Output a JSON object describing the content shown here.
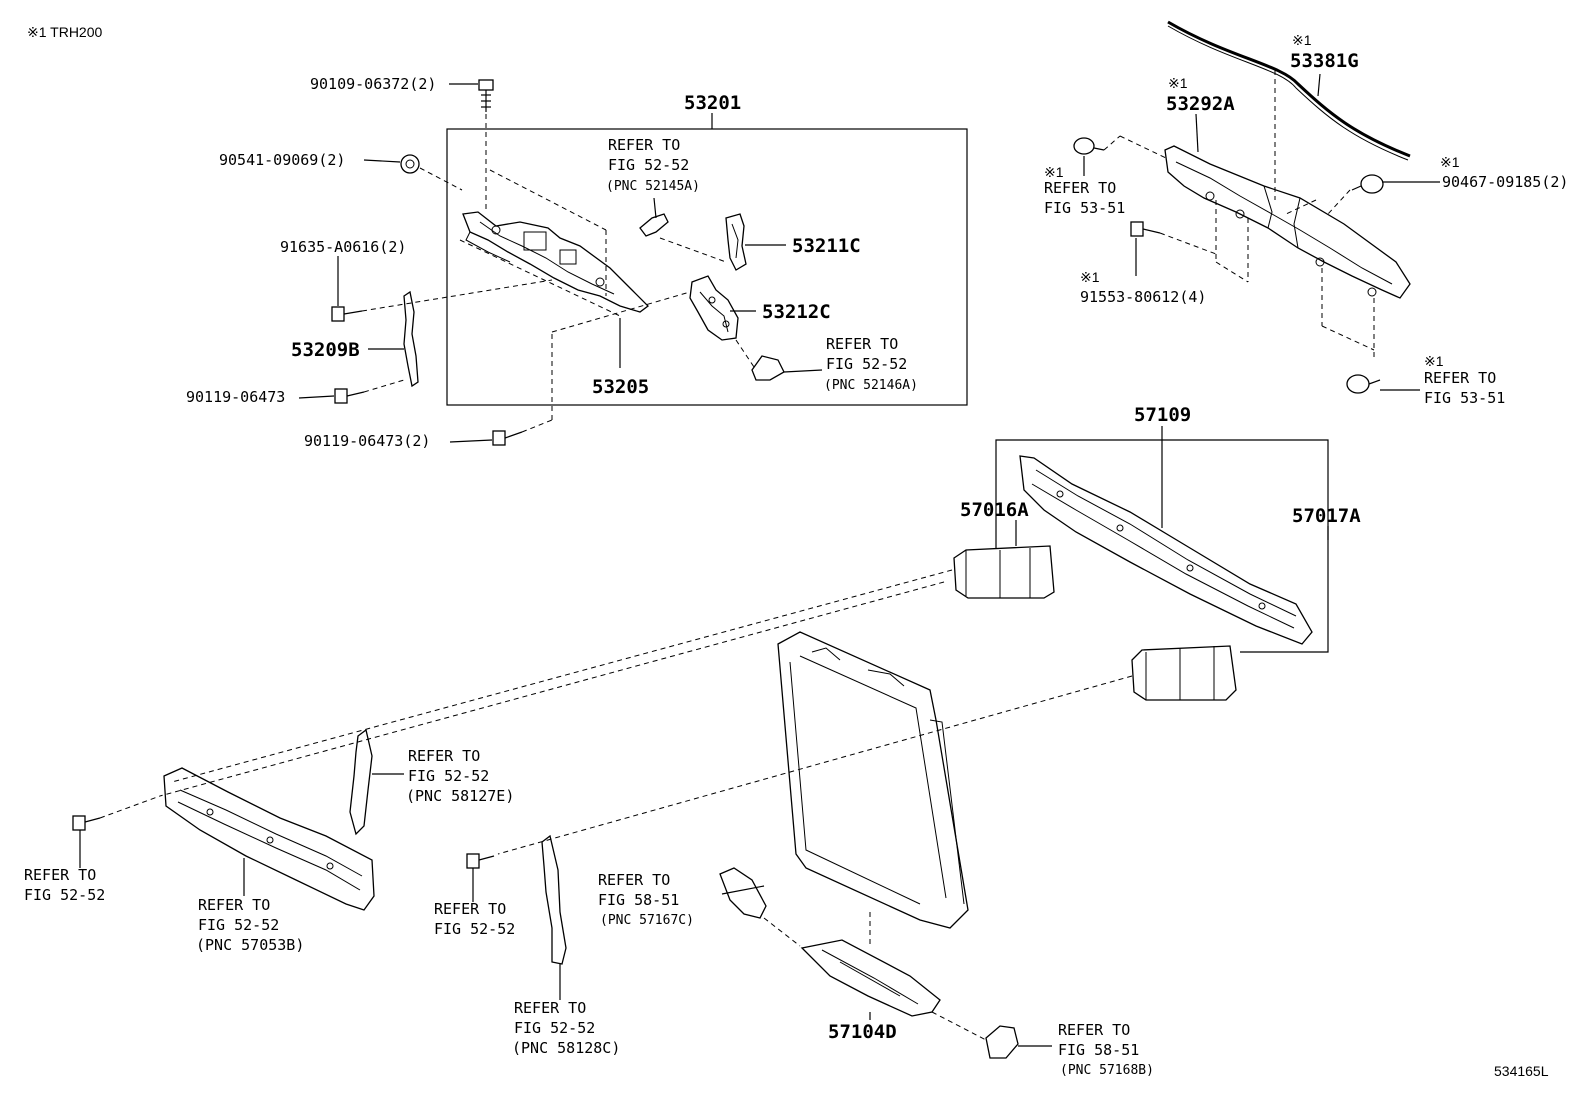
{
  "note": "※1 TRH200",
  "figure_code": "534165L",
  "labels": {
    "l90109": "90109-06372(2)",
    "l90541": "90541-09069(2)",
    "l91635": "91635-A0616(2)",
    "l53209B": "53209B",
    "l90119a": "90119-06473",
    "l90119b": "90119-06473(2)",
    "l53201": "53201",
    "r52145_1": "REFER TO",
    "r52145_2": "FIG 52-52",
    "r52145_3": "(PNC 52145A)",
    "l53211C": "53211C",
    "l53212C": "53212C",
    "l53205": "53205",
    "r52146_1": "REFER TO",
    "r52146_2": "FIG 52-52",
    "r52146_3": "(PNC 52146A)",
    "m53381G": "※1",
    "l53381G": "53381G",
    "m53292A": "※1",
    "l53292A": "53292A",
    "m5351a": "※1",
    "r5351a_1": "REFER TO",
    "r5351a_2": "FIG 53-51",
    "m90467": "※1",
    "l90467": "90467-09185(2)",
    "m91553": "※1",
    "l91553": "91553-80612(4)",
    "m5351b": "※1",
    "r5351b_1": "REFER TO",
    "r5351b_2": "FIG 53-51",
    "l57109": "57109",
    "l57016A": "57016A",
    "l57017A": "57017A",
    "r58127_1": "REFER TO",
    "r58127_2": "FIG 52-52",
    "r58127_3": "(PNC 58127E)",
    "rbolt1_1": "REFER TO",
    "rbolt1_2": "FIG 52-52",
    "r57053_1": "REFER TO",
    "r57053_2": "FIG 52-52",
    "r57053_3": "(PNC 57053B)",
    "rbolt2_1": "REFER TO",
    "rbolt2_2": "FIG 52-52",
    "r58128_1": "REFER TO",
    "r58128_2": "FIG 52-52",
    "r58128_3": "(PNC 58128C)",
    "r57167_1": "REFER TO",
    "r57167_2": "FIG 58-51",
    "r57167_3": "(PNC 57167C)",
    "l57104D": "57104D",
    "r57168_1": "REFER TO",
    "r57168_2": "FIG 58-51",
    "r57168_3": "(PNC 57168B)"
  }
}
